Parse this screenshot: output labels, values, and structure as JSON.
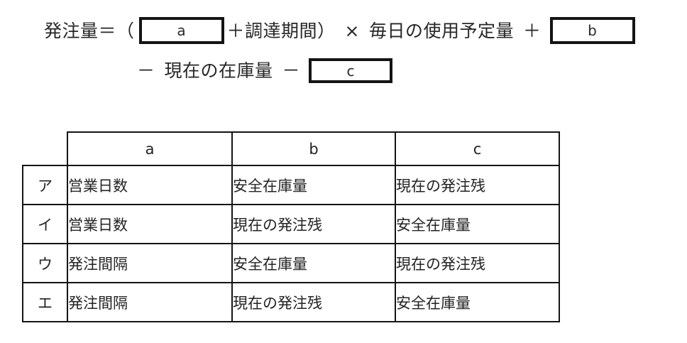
{
  "formula": {
    "line1": {
      "lead": "発注量＝（",
      "box_a_label": "a",
      "mid": "＋調達期間）",
      "times": "×",
      "term": "毎日の使用予定量",
      "plus": "＋",
      "box_b_label": "b"
    },
    "line2": {
      "minus1": "－",
      "term": "現在の在庫量",
      "minus2": "－",
      "box_c_label": "c"
    }
  },
  "table": {
    "headers": [
      "",
      "a",
      "b",
      "c"
    ],
    "rows": [
      {
        "symbol": "ア",
        "a": "営業日数",
        "b": "安全在庫量",
        "c": "現在の発注残"
      },
      {
        "symbol": "イ",
        "a": "営業日数",
        "b": "現在の発注残",
        "c": "安全在庫量"
      },
      {
        "symbol": "ウ",
        "a": "発注間隔",
        "b": "安全在庫量",
        "c": "現在の発注残"
      },
      {
        "symbol": "エ",
        "a": "発注間隔",
        "b": "現在の発注残",
        "c": "安全在庫量"
      }
    ]
  },
  "colors": {
    "ink": "#1c1c1c",
    "border": "#141414",
    "background": "#ffffff"
  }
}
